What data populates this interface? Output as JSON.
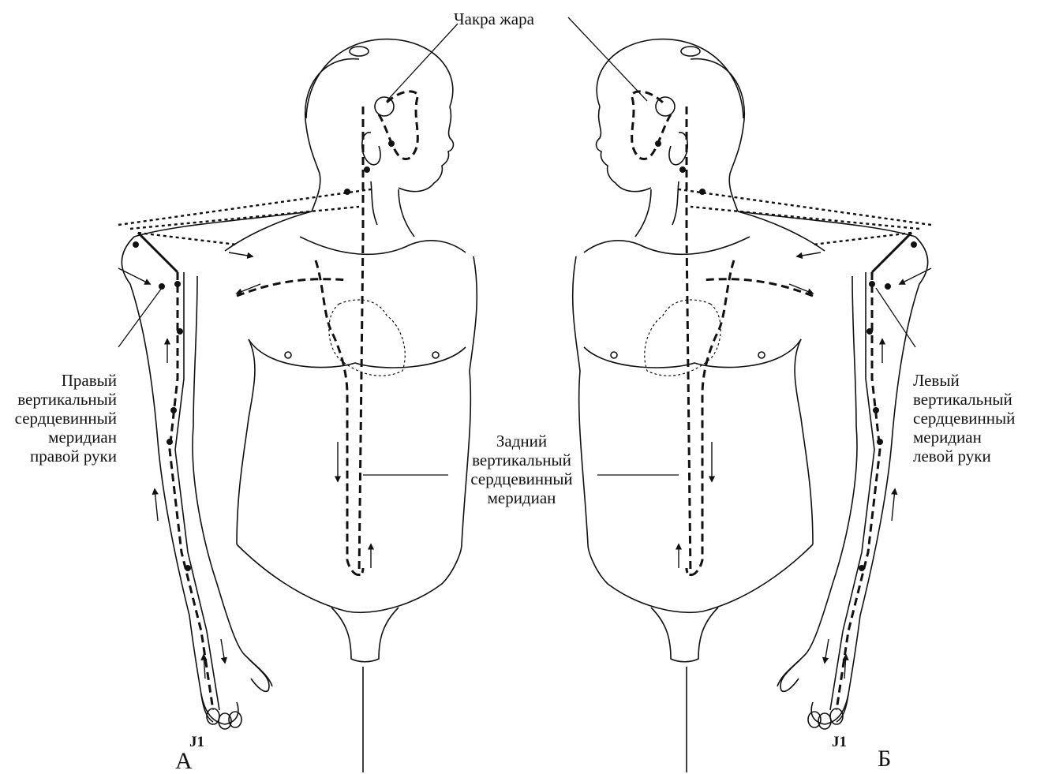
{
  "labels": {
    "chakra": "Чакра жара",
    "right_meridian": [
      "Правый",
      "вертикальный",
      "сердцевинный",
      "меридиан",
      "правой руки"
    ],
    "left_meridian": [
      "Левый",
      "вертикальный",
      "сердцевинный",
      "меридиан",
      "левой руки"
    ],
    "back_meridian": [
      "Задний",
      "вертикальный",
      "сердцевинный",
      "меридиан"
    ],
    "j1_left": "J1",
    "j1_right": "J1",
    "figure_a": "А",
    "figure_b": "Б"
  },
  "colors": {
    "ink": "#111111",
    "background": "#ffffff"
  }
}
